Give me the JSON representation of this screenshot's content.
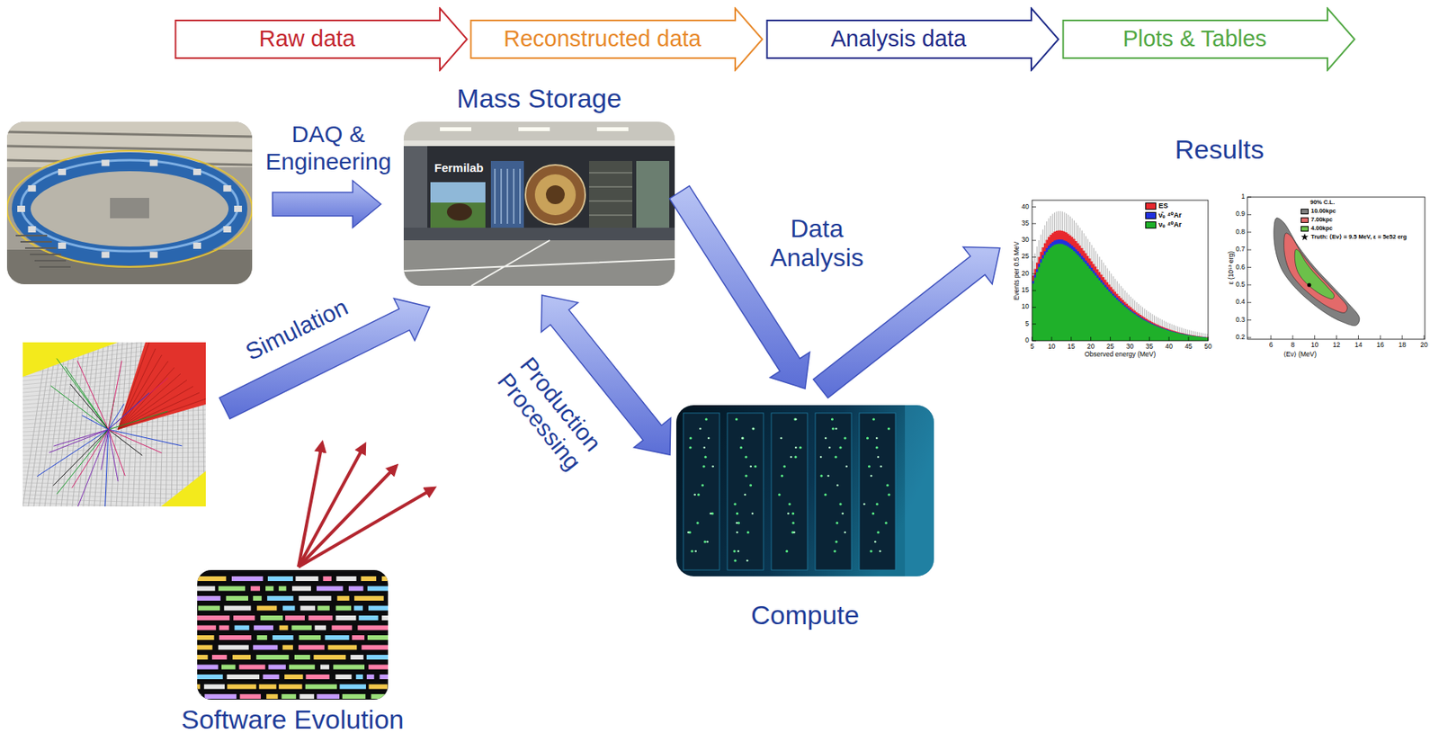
{
  "diagram": {
    "nodes": [
      {
        "text": [
          "Raw data"
        ]
      },
      {
        "text": [
          "Reconstructed data"
        ]
      },
      {
        "text": [
          "Analysis data"
        ]
      },
      {
        "text": [
          "Plots & Tables"
        ]
      },
      {
        "text": [
          "Mass Storage"
        ]
      },
      {
        "text": [
          "Results"
        ]
      },
      {
        "text": [
          "Compute"
        ]
      },
      {
        "text": [
          "Software Evolution"
        ]
      }
    ],
    "edges": [
      {
        "from": 4,
        "to": 6,
        "label": "Data Analysis",
        "arrow": "to"
      },
      {
        "from": 6,
        "to": 5,
        "arrow": "to"
      },
      {
        "from": 4,
        "to": 6,
        "label": "Production Processing",
        "arrow": "both"
      }
    ],
    "labels": [
      "DAQ & Engineering",
      "Simulation",
      "Fermilab",
      "0",
      "5",
      "10",
      "15",
      "20",
      "25",
      "30",
      "35",
      "40",
      "5",
      "10",
      "15",
      "20",
      "25",
      "30",
      "35",
      "40",
      "45",
      "50",
      "Events per 0.5 MeV",
      "Observed energy (MeV)",
      "90% C.L.",
      "0.2",
      "0.3",
      "0.4",
      "0.5",
      "0.6",
      "0.7",
      "0.8",
      "0.9",
      "1",
      "6",
      "8",
      "10",
      "12",
      "14",
      "16",
      "18",
      "20",
      "ε (10⁵³ erg)",
      "⟨Eν⟩ (MeV)"
    ],
    "legend": [
      {
        "text": "ES",
        "color": "#e8282e"
      },
      {
        "text": "ν̄ₑ ⁴⁰Ar",
        "color": "#2030e0"
      },
      {
        "text": "νₑ ⁴⁰Ar",
        "color": "#1fb02a"
      },
      {
        "text": "10.00kpc",
        "color": "#808080"
      },
      {
        "text": "7.00kpc",
        "color": "#e36a6a"
      },
      {
        "text": "4.00kpc",
        "color": "#6cc04a"
      },
      {
        "text": "Truth: ⟨Eν⟩ = 9.5 MeV, ε = 5e52 erg"
      }
    ]
  }
}
